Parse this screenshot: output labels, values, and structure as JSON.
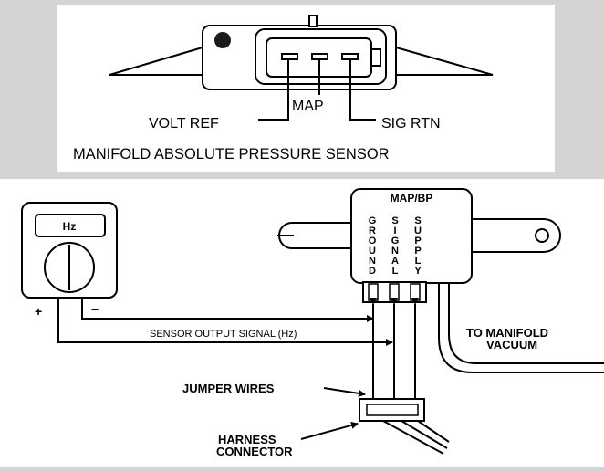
{
  "top_panel": {
    "pins": {
      "volt_ref": "VOLT REF",
      "map": "MAP",
      "sig_rtn": "SIG RTN"
    },
    "caption": "MANIFOLD ABSOLUTE PRESSURE SENSOR"
  },
  "bottom_panel": {
    "meter": {
      "display": "Hz",
      "plus": "+",
      "minus": "−"
    },
    "sensor": {
      "title": "MAP/BP",
      "terminals": [
        {
          "name": "GROUND",
          "letters": [
            "G",
            "R",
            "O",
            "U",
            "N",
            "D"
          ]
        },
        {
          "name": "SIGNAL",
          "letters": [
            "S",
            "I",
            "G",
            "N",
            "A",
            "L"
          ]
        },
        {
          "name": "SUPPLY",
          "letters": [
            "S",
            "U",
            "P",
            "P",
            "L",
            "Y"
          ]
        }
      ]
    },
    "labels": {
      "sensor_output": "SENSOR OUTPUT SIGNAL (Hz)",
      "to_manifold_1": "TO MANIFOLD",
      "to_manifold_2": "VACUUM",
      "jumper_wires": "JUMPER WIRES",
      "harness_1": "HARNESS",
      "harness_2": "CONNECTOR"
    }
  },
  "colors": {
    "background": "#d4d4d4",
    "panel": "#ffffff",
    "ink": "#000000",
    "dot": "#1a1a1a"
  }
}
